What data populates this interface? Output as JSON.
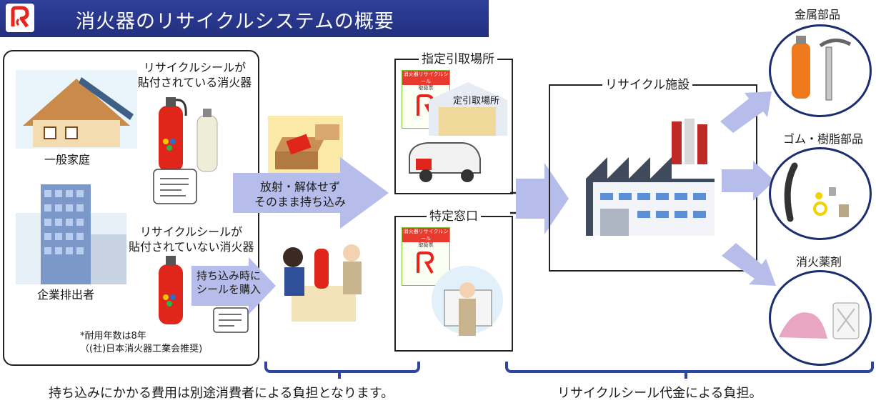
{
  "header": {
    "title": "消火器のリサイクルシステムの概要"
  },
  "sources": {
    "sticker_yes": [
      "リサイクルシールが",
      "貼付されている消火器"
    ],
    "household": "一般家庭",
    "sticker_no": [
      "リサイクルシールが",
      "貼付されていない消火器"
    ],
    "business": "企業排出者",
    "purchase": [
      "持ち込み時に",
      "シールを購入"
    ],
    "note": [
      "*耐用年数は8年",
      "（(社)日本消火器工業会推奨)"
    ]
  },
  "arrow_main": [
    "放射・解体せず",
    "そのまま持ち込み"
  ],
  "points": {
    "designated": "指定引取場所",
    "specific": "特定窓口",
    "seal_title": "消火器リサイクルシール",
    "seal_sub": "取扱票",
    "warehouse_sign": "定引取場所"
  },
  "facility": "リサイクル施設",
  "outputs": {
    "metal": "金属部品",
    "rubber": "ゴム・樹脂部品",
    "agent": "消火薬剤"
  },
  "footer": {
    "left": "持ち込みにかかる費用は別途消費者による負担となります。",
    "right": "リサイクルシール代金による負担。"
  },
  "colors": {
    "header": "#23307f",
    "arrow": "#b7bdea",
    "bracket": "#2d46a0",
    "extinguisher": "#e0251b"
  }
}
